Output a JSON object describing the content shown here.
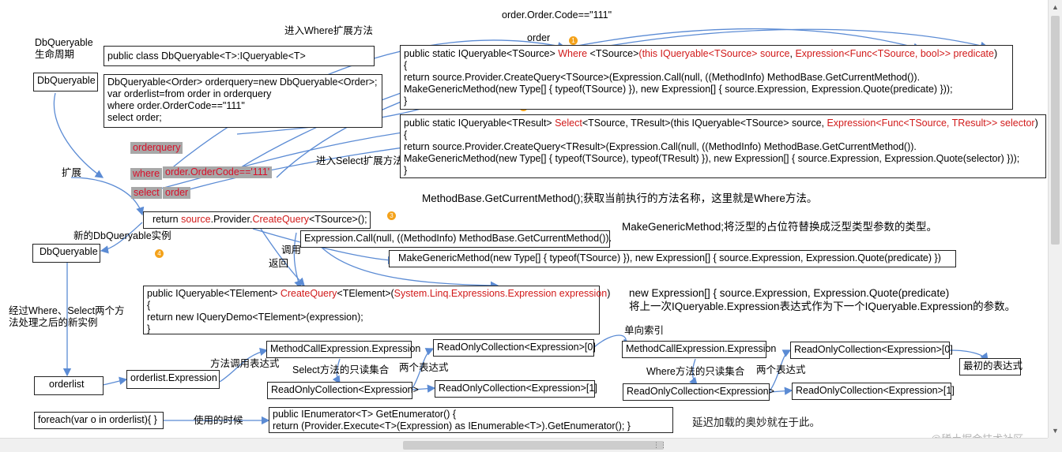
{
  "labels": {
    "lifecycle": "DbQueryable\n生命周期",
    "enter_where": "进入Where扩展方法",
    "order_code_top": "order.Order.Code==\"111\"",
    "order_top": "order",
    "enter_select": "进入Select扩展方法",
    "extend": "扩展",
    "new_instance": "新的DbQueryable实例",
    "call": "调用",
    "return": "返回",
    "after_where_select": "经过Where、Select两个方\n法处理之后的新实例",
    "method_call_expr": "方法调用表达式",
    "select_readonly": "Select方法的只读集合",
    "two_expr_1": "两个表达式",
    "single_index": "单向索引",
    "where_readonly": "Where方法的只读集合",
    "two_expr_2": "两个表达式",
    "use_time": "使用的时候",
    "lazy_load": "延迟加载的奥妙就在于此。",
    "method_base_note": "MethodBase.GetCurrentMethod();获取当前执行的方法名称，这里就是Where方法。",
    "make_generic_note": "MakeGenericMethod;将泛型的占位符替换成泛型类型参数的类型。",
    "new_expr_note_1": "new Expression[] { source.Expression, Expression.Quote(predicate)",
    "new_expr_note_2": "将上一次IQueryable.Expression表达式作为下一个IQueryable.Expression的参数。",
    "watermark": "@稀土掘金技术社区"
  },
  "chips": {
    "orderquery": "orderquery",
    "where": "where",
    "order_code": "order.OrderCode=='111'",
    "select": "select",
    "order": "order"
  },
  "dots": [
    "1",
    "2",
    "3",
    "4"
  ],
  "boxes": {
    "dbqueryable_top": "DbQueryable",
    "dbqueryable_mid": "DbQueryable",
    "orderlist": "orderlist",
    "class_decl": "public class DbQueryable<T>:IQueryable<T>",
    "query_code": [
      "DbQueryable<Order> orderquery=new DbQueryable<Order>;",
      "var orderlist=from order in orderquery",
      "where order.OrderCode==\"111\"",
      "select order;"
    ],
    "where_method": {
      "sig_a": "public static IQueryable<TSource> ",
      "sig_where": "Where",
      "sig_b": " <TSource>",
      "sig_c": "(this IQueryable<TSource> source",
      "sig_d": ", ",
      "sig_e": "Expression<Func<TSource, bool>> predicate",
      "sig_f": ")",
      "l2": "{",
      "l3": "    return source.Provider.CreateQuery<TSource>(Expression.Call(null, ((MethodInfo) MethodBase.GetCurrentMethod()).",
      "l4": "MakeGenericMethod(new Type[] { typeof(TSource) }), new Expression[] { source.Expression, Expression.Quote(predicate) }));",
      "l5": "}"
    },
    "select_method": {
      "sig_a": "public static IQueryable<TResult> ",
      "sig_select": "Select",
      "sig_b": "<TSource, TResult>(this IQueryable<TSource> source, ",
      "sig_c": "Expression<Func<TSource, TResult>> selector",
      "sig_d": ")",
      "l2": "{",
      "l3": "    return source.Provider.CreateQuery<TResult>(Expression.Call(null, ((MethodInfo) MethodBase.GetCurrentMethod()).",
      "l4": "MakeGenericMethod(new Type[] { typeof(TSource), typeof(TResult) }), new Expression[] { source.Expression, Expression.Quote(selector) }));",
      "l5": "}"
    },
    "return_create": {
      "a": "return ",
      "b": "source",
      "c": ".Provider.",
      "d": "CreateQuery",
      "e": "<TSource>();"
    },
    "expr_call": "Expression.Call(null, ((MethodInfo) MethodBase.GetCurrentMethod()).",
    "make_generic": "MakeGenericMethod(new Type[] { typeof(TSource) }), new Expression[] { source.Expression, Expression.Quote(predicate) })",
    "create_query": {
      "a": "public IQueryable<TElement> ",
      "b": "CreateQuery",
      "c": "<TElement>(",
      "d": "System.Linq.Expressions.Expression expression",
      "e": ")",
      "l2": "{",
      "l3": "      return new IQueryDemo<TElement>(expression);",
      "l4": "}"
    },
    "orderlist_expr": "orderlist.Expression",
    "mce_1": "MethodCallExpression.Expression",
    "roc_1": "ReadOnlyCollection<Expression>",
    "roc_0_1": "ReadOnlyCollection<Expression>[0]",
    "roc_1_1": "ReadOnlyCollection<Expression>[1]",
    "mce_2": "MethodCallExpression.Expression",
    "roc_2": "ReadOnlyCollection<Expression>",
    "roc_0_2": "ReadOnlyCollection<Expression>[0]",
    "roc_1_2": "ReadOnlyCollection<Expression>[1]",
    "initial_expr": "最初的表达式",
    "foreach": "foreach(var o in orderlist){   }",
    "enumerator": [
      "public IEnumerator<T> GetEnumerator() {",
      "        return (Provider.Execute<T>(Expression) as IEnumerable<T>).GetEnumerator(); }"
    ]
  },
  "colors": {
    "arrow": "#5b8bd4",
    "red_text": "#d11a1a",
    "chip_bg": "#a8a8a8",
    "dot": "#f4a21a"
  }
}
